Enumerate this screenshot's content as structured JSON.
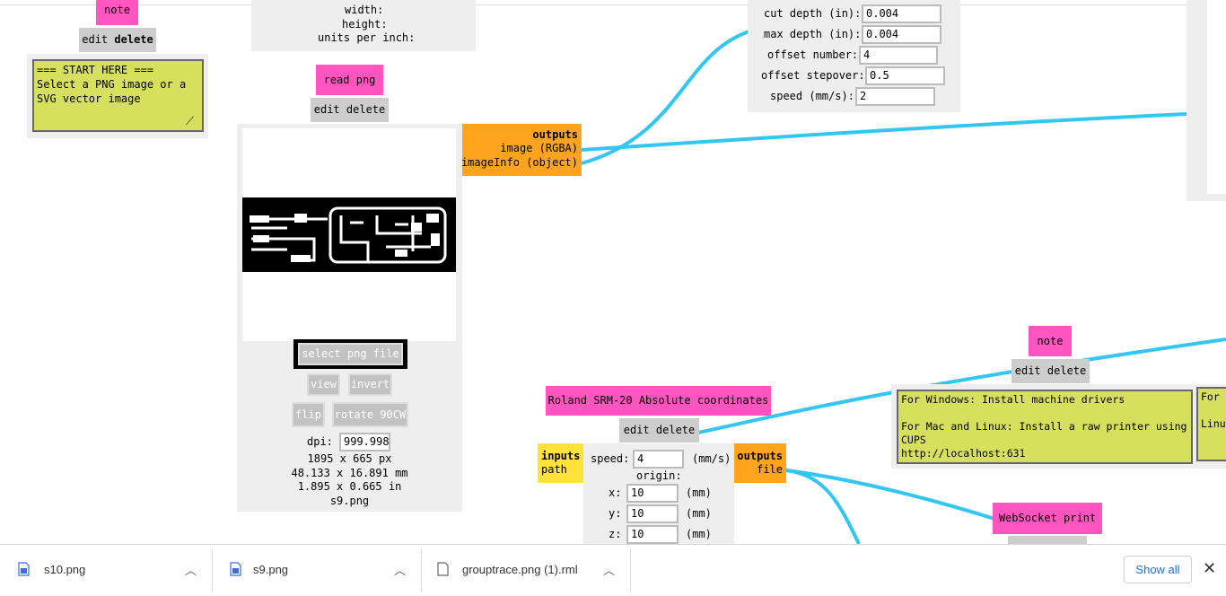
{
  "note_left": {
    "tag": "note",
    "edit": "edit",
    "delete": "delete",
    "text": "=== START HERE ===\nSelect a PNG image or a\nSVG vector image"
  },
  "info_box": {
    "width": "width:",
    "height": "height:",
    "units": "units per inch:"
  },
  "read_png": {
    "title": "read png",
    "edit": "edit",
    "delete": "delete",
    "select_button": "select png file",
    "view": "view",
    "invert": "invert",
    "flip": "flip",
    "rotate": "rotate 90CW",
    "dpi_label": "dpi:",
    "dpi_value": "999.998",
    "px": "1895 x 665 px",
    "mm": "48.133 x 16.891 mm",
    "inches": "1.895 x 0.665 in",
    "filename": "s9.png",
    "outputs": {
      "title": "outputs",
      "image": "image (RGBA)",
      "imageinfo": "imageInfo (object)"
    }
  },
  "mill_params": {
    "cut_depth_label": "cut depth (in):",
    "cut_depth": "0.004",
    "max_depth_label": "max depth (in):",
    "max_depth": "0.004",
    "offset_number_label": "offset number:",
    "offset_number": "4",
    "offset_stepover_label": "offset stepover:",
    "offset_stepover": "0.5",
    "speed_label": "speed (mm/s):",
    "speed": "2"
  },
  "roland": {
    "title": "Roland SRM-20 Absolute coordinates",
    "edit": "edit",
    "delete": "delete",
    "inputs_title": "inputs",
    "inputs_path": "path",
    "outputs_title": "outputs",
    "outputs_file": "file",
    "speed_label": "speed:",
    "speed": "4",
    "speed_unit": "(mm/s)",
    "origin_label": "origin:",
    "x_label": "x:",
    "x": "10",
    "y_label": "y:",
    "y": "10",
    "z_label": "z:",
    "z": "10",
    "unit": "(mm)"
  },
  "note_right": {
    "tag": "note",
    "edit": "edit",
    "delete": "delete",
    "text": "For Windows: Install machine drivers\n\nFor Mac and Linux: Install a raw printer using CUPS\nhttp://localhost:631"
  },
  "note_far_right": {
    "text": "For\n\nLinu"
  },
  "websocket": {
    "title": "WebSocket print"
  },
  "downloads": {
    "items": [
      {
        "name": "s10.png",
        "icon": "image-file-icon"
      },
      {
        "name": "s9.png",
        "icon": "image-file-icon"
      },
      {
        "name": "grouptrace.png (1).rml",
        "icon": "document-file-icon"
      }
    ],
    "show_all": "Show all",
    "close_icon": "close-icon"
  },
  "colors": {
    "wire": "#33c6f2",
    "pink": "#ff55c0",
    "orange": "#ffa41c",
    "note": "#d7e05c"
  }
}
